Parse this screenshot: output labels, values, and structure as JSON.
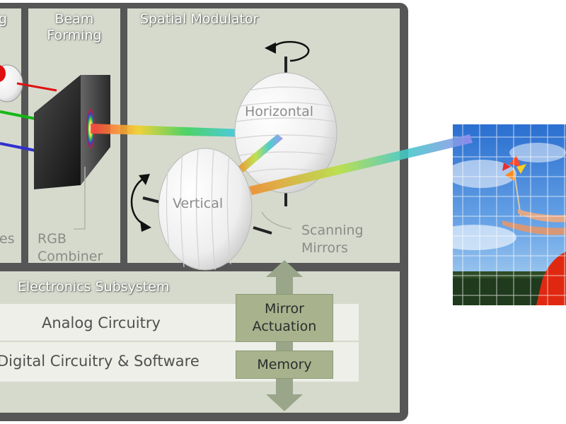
{
  "panels": {
    "laser_title_fragment": "g",
    "beam_forming_title": "Beam\nForming",
    "spatial_modulator_title": "Spatial Modulator",
    "electronics_title": "Electronics Subsystem"
  },
  "labels": {
    "laser_sources_fragment": "es",
    "rgb_combiner": "RGB\nCombiner",
    "horizontal_mirror": "Horizontal",
    "vertical_mirror": "Vertical",
    "scanning_mirrors": "Scanning\nMirrors"
  },
  "electronics": {
    "analog": "Analog Circuitry",
    "digital": "Digital Circuitry & Software",
    "mirror_actuation": "Mirror\nActuation",
    "memory": "Memory"
  },
  "colors": {
    "frame": "#565656",
    "panel": "#d6dacd",
    "band": "#edefe8",
    "control_box": "#a8b38e",
    "arrow": "#9aa68a",
    "laser_red": "#e01010",
    "laser_green": "#14b814",
    "laser_blue": "#3030d0"
  },
  "icons": [
    "rotate-arrow-icon",
    "double-arrow-icon"
  ]
}
